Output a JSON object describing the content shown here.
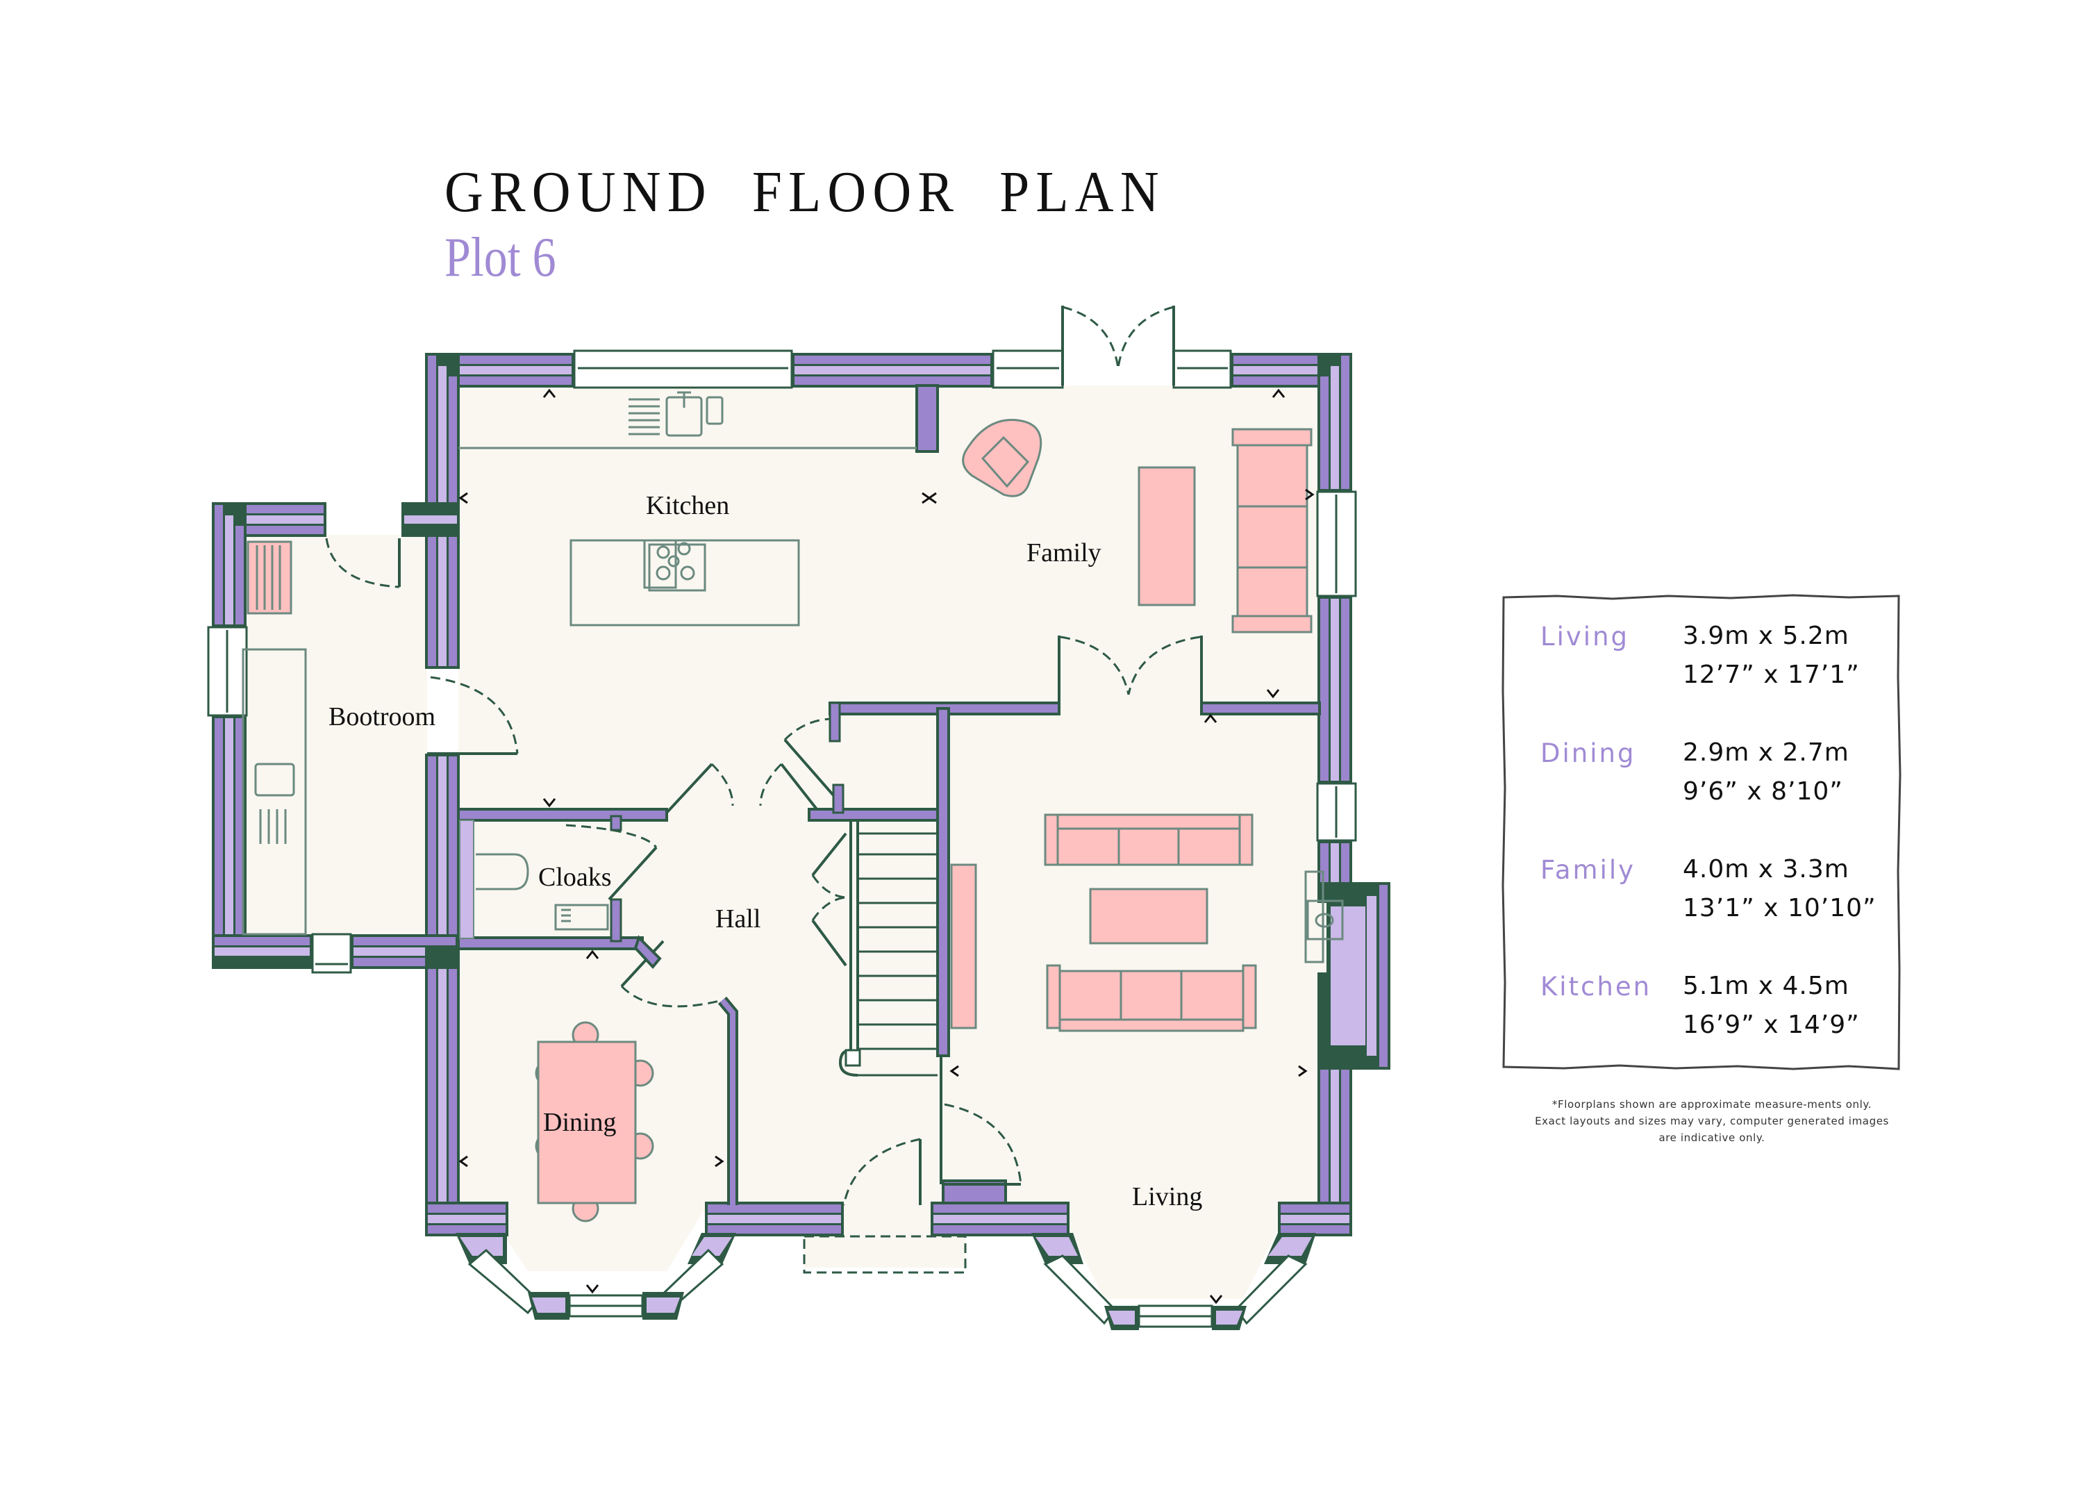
{
  "header": {
    "title": "GROUND  FLOOR  PLAN",
    "subtitle": "Plot 6"
  },
  "rooms": {
    "kitchen": "Kitchen",
    "family": "Family",
    "bootroom": "Bootroom",
    "cloaks": "Cloaks",
    "hall": "Hall",
    "dining": "Dining",
    "living": "Living"
  },
  "legend": {
    "items": [
      {
        "name": "Living",
        "metric": "3.9m x 5.2m",
        "imperial": "12’7” x 17’1”"
      },
      {
        "name": "Dining",
        "metric": "2.9m x 2.7m",
        "imperial": "9’6” x 8’10”"
      },
      {
        "name": "Family",
        "metric": "4.0m x 3.3m",
        "imperial": "13’1” x 10’10”"
      },
      {
        "name": "Kitchen",
        "metric": "5.1m x 4.5m",
        "imperial": "16’9” x 14’9”"
      }
    ]
  },
  "disclaimer": "*Floorplans shown are approximate measure-ments only. Exact layouts and sizes may vary, computer generated images are indicative only.",
  "colors": {
    "wall_outline": "#2e5a45",
    "wall_purple": "#9b85cc",
    "wall_lilac": "#cbb9e9",
    "floor": "#faf7f0",
    "furniture_fill": "#ffc0c0",
    "furniture_outline": "#6b8a80",
    "accent_text": "#a08ad4"
  },
  "icons": {
    "door_swing": "dashed-arc",
    "window": "double-line-glazing",
    "radiator_marker": "chevron-caret",
    "hob": "four-ring-hob",
    "sink": "sink-with-tap",
    "wc": "toilet",
    "fireplace": "hearth"
  }
}
